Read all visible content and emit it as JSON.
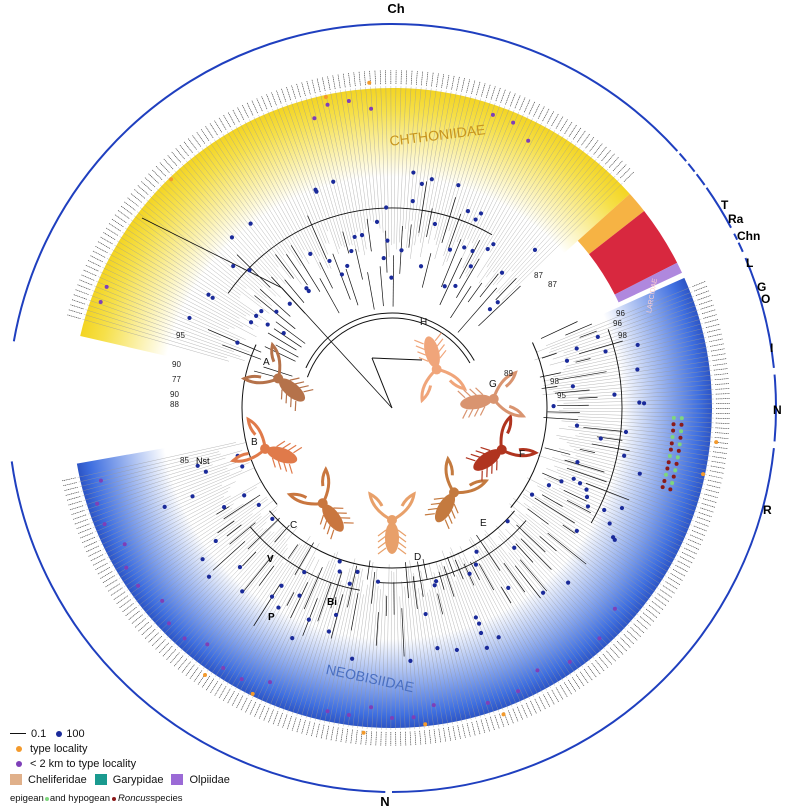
{
  "clade_labels": {
    "ch": "Ch",
    "t": "T",
    "ra": "Ra",
    "chn": "Chn",
    "l": "L",
    "g": "G",
    "o": "O",
    "i": "I",
    "n_right": "N",
    "r": "R",
    "n_bottom": "N",
    "nst": "Nst",
    "v": "V",
    "p": "P",
    "bi": "Bi"
  },
  "family_labels": {
    "chthoniidae": "CHTHONIIDAE",
    "neobisiidae": "NEOBISIIDAE",
    "red_family": "LARCIDAE"
  },
  "photo_labels": [
    "A",
    "B",
    "C",
    "D",
    "E",
    "F",
    "G",
    "H"
  ],
  "support_values": [
    "95",
    "90",
    "77",
    "90",
    "88",
    "85",
    "89",
    "98",
    "95",
    "96",
    "96",
    "98",
    "87",
    "87"
  ],
  "legend": {
    "scale_label": "0.1",
    "bootstrap_label": "100",
    "type_locality": "type locality",
    "near_type_locality": "< 2 km to type locality",
    "family_1": "Cheliferidae",
    "family_2": "Garypidae",
    "family_3": "Olpiidae",
    "epigean_label": "epigean",
    "and_label": " and hypogean",
    "roncus_label": "Roncus",
    "species_label": " species"
  },
  "colors": {
    "outer_arc": "#1f3fbf",
    "chthoniidae_band": "#f2d21a",
    "neobisiidae_band": "#2a5bd7",
    "red_band": "#d8283f",
    "orange_band": "#f5a623",
    "bootstrap_dot": "#1a2a9a",
    "type_locality": "#f39a2c",
    "near_type": "#7e3fb8",
    "cheliferidae": "#e0b08a",
    "garypidae": "#1a9a8f",
    "olpiidae": "#9b6ad6",
    "epigean": "#7ed67e",
    "hypogean": "#8a1a1a"
  }
}
